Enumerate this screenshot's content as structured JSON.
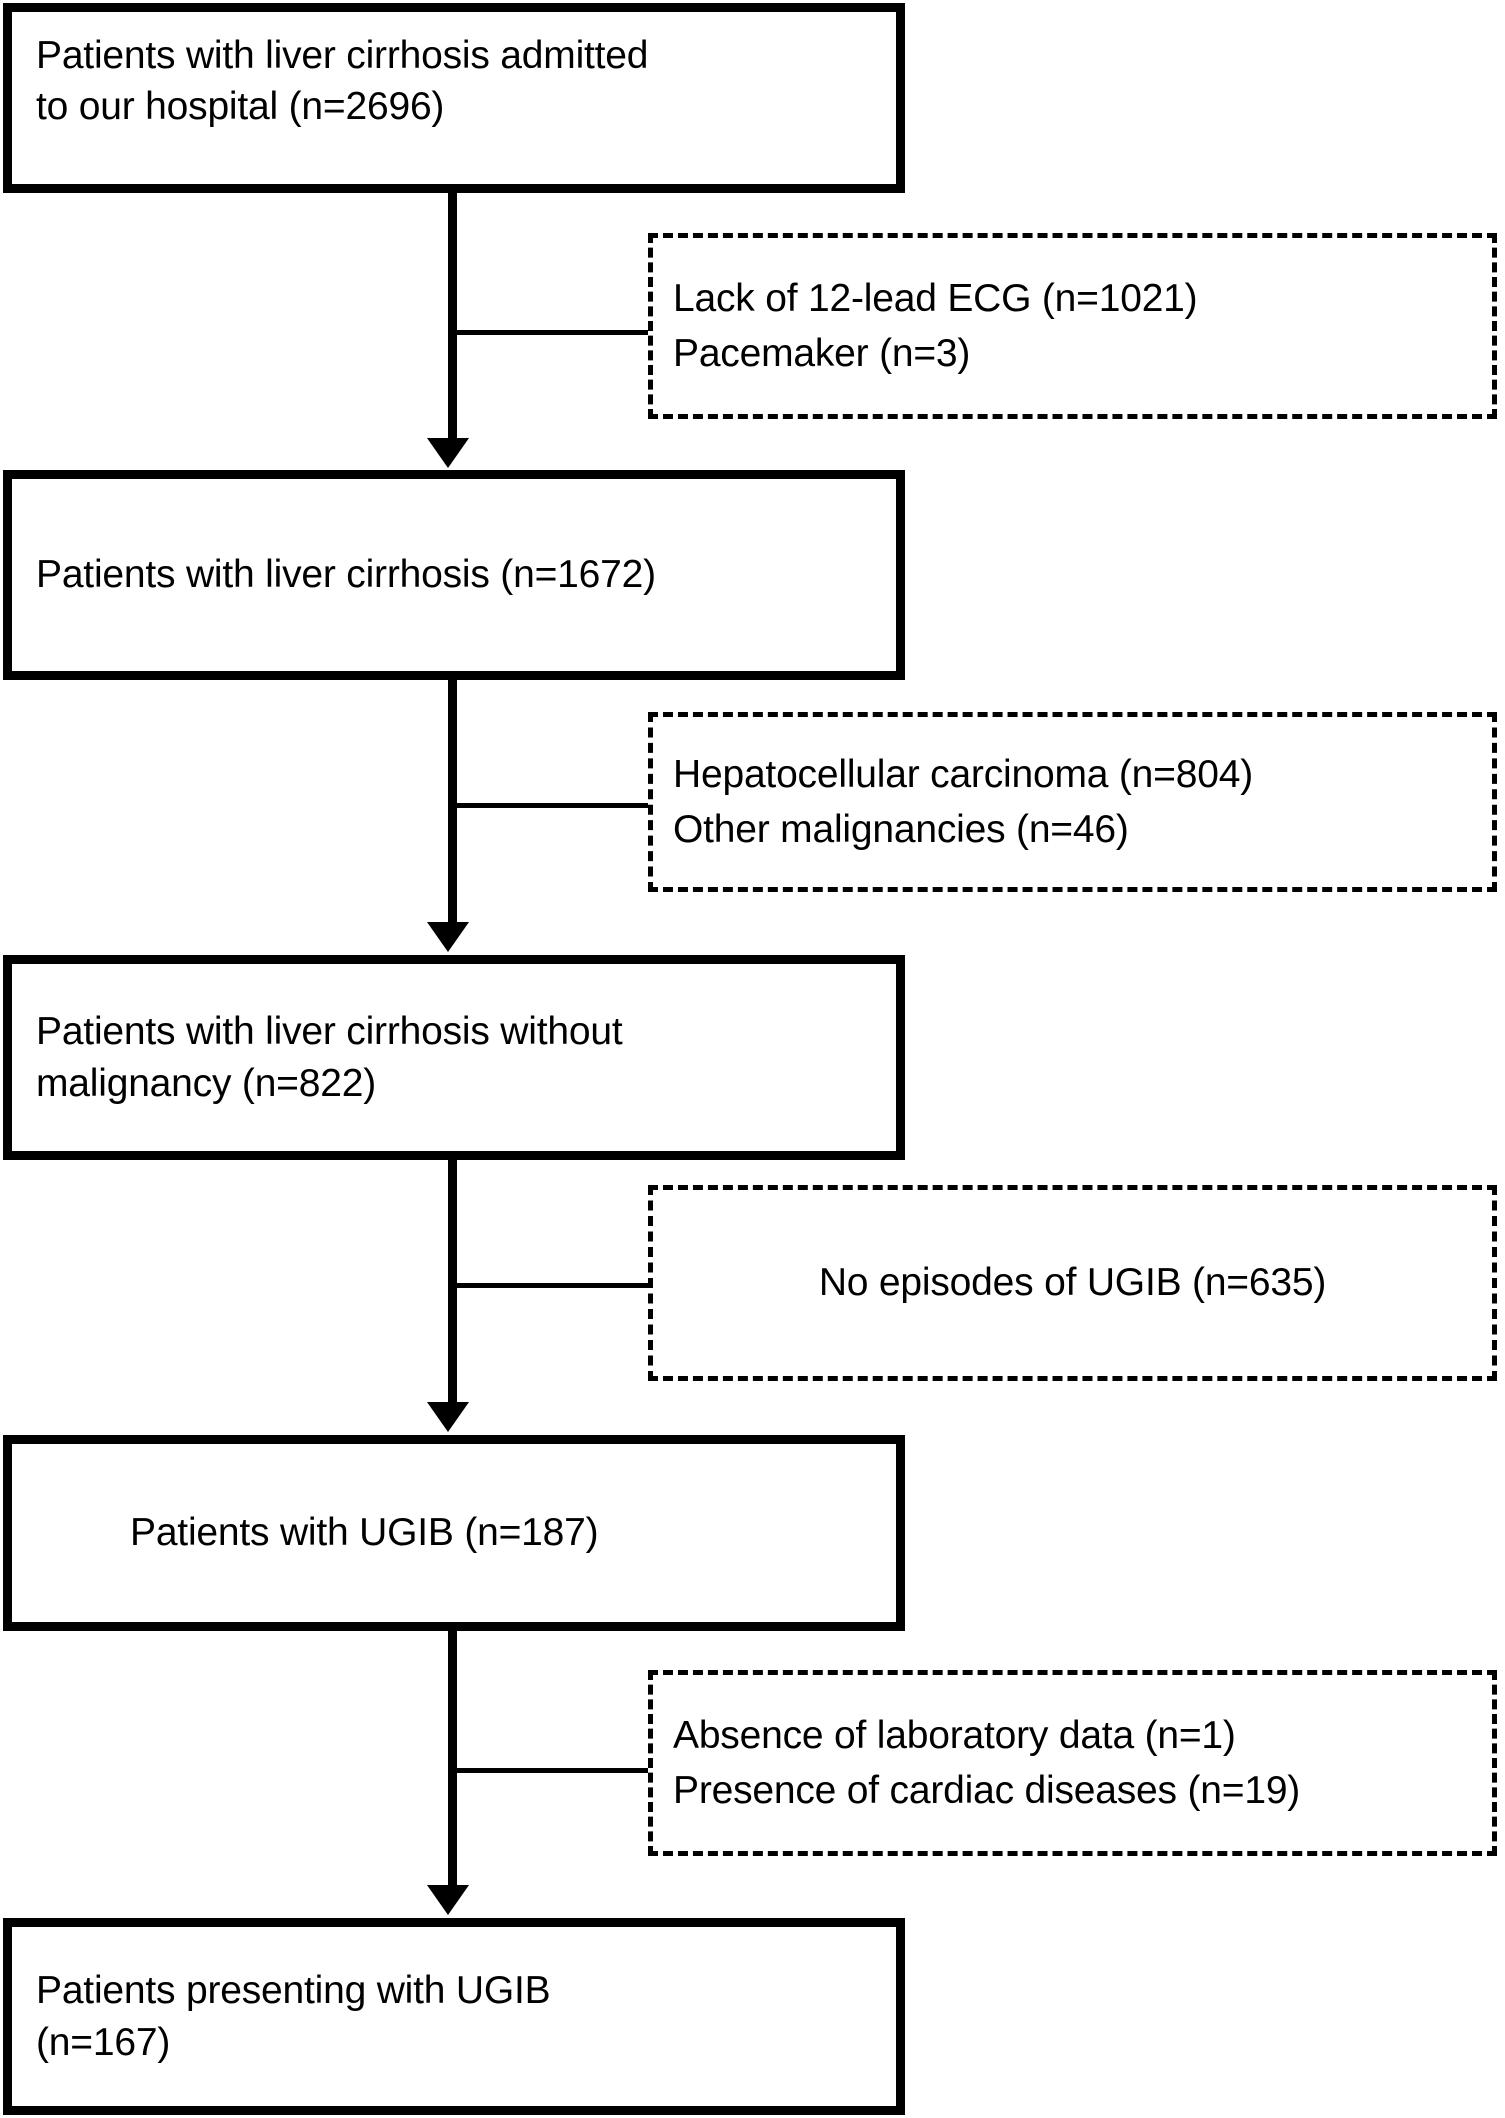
{
  "figure": {
    "type": "flowchart",
    "title": "Patient selection flowchart",
    "orientation": "vertical",
    "colors": {
      "background": "#ffffff",
      "stroke": "#000000",
      "text": "#000000"
    }
  },
  "nodes": [
    {
      "id": "node-1",
      "label": "Patients with liver cirrhosis admitted\nto our hospital (n=2696)",
      "count": 2696,
      "style": "solid"
    },
    {
      "id": "node-2",
      "label": "Patients with liver cirrhosis (n=1672)",
      "count": 1672,
      "style": "solid"
    },
    {
      "id": "node-3",
      "label": "Patients with liver cirrhosis without\nmalignancy (n=822)",
      "count": 822,
      "style": "solid"
    },
    {
      "id": "node-4",
      "label": "Patients with UGIB (n=187)",
      "count": 187,
      "style": "solid"
    },
    {
      "id": "node-5",
      "label": "Patients presenting with UGIB\n(n=167)",
      "count": 167,
      "style": "solid"
    }
  ],
  "exclusions": [
    {
      "id": "excl-1",
      "style": "dashed",
      "align": "left",
      "line1": "Lack of 12-lead ECG (n=1021)",
      "line2": "Pacemaker (n=3)"
    },
    {
      "id": "excl-2",
      "style": "dashed",
      "align": "left",
      "line1": "Hepatocellular carcinoma (n=804)",
      "line2": "Other malignancies (n=46)"
    },
    {
      "id": "excl-3",
      "style": "dashed",
      "align": "center",
      "line1": "No episodes of UGIB (n=635)",
      "line2": ""
    },
    {
      "id": "excl-4",
      "style": "dashed",
      "align": "left",
      "line1": "Absence of laboratory data (n=1)",
      "line2": "Presence of cardiac diseases (n=19)"
    }
  ]
}
